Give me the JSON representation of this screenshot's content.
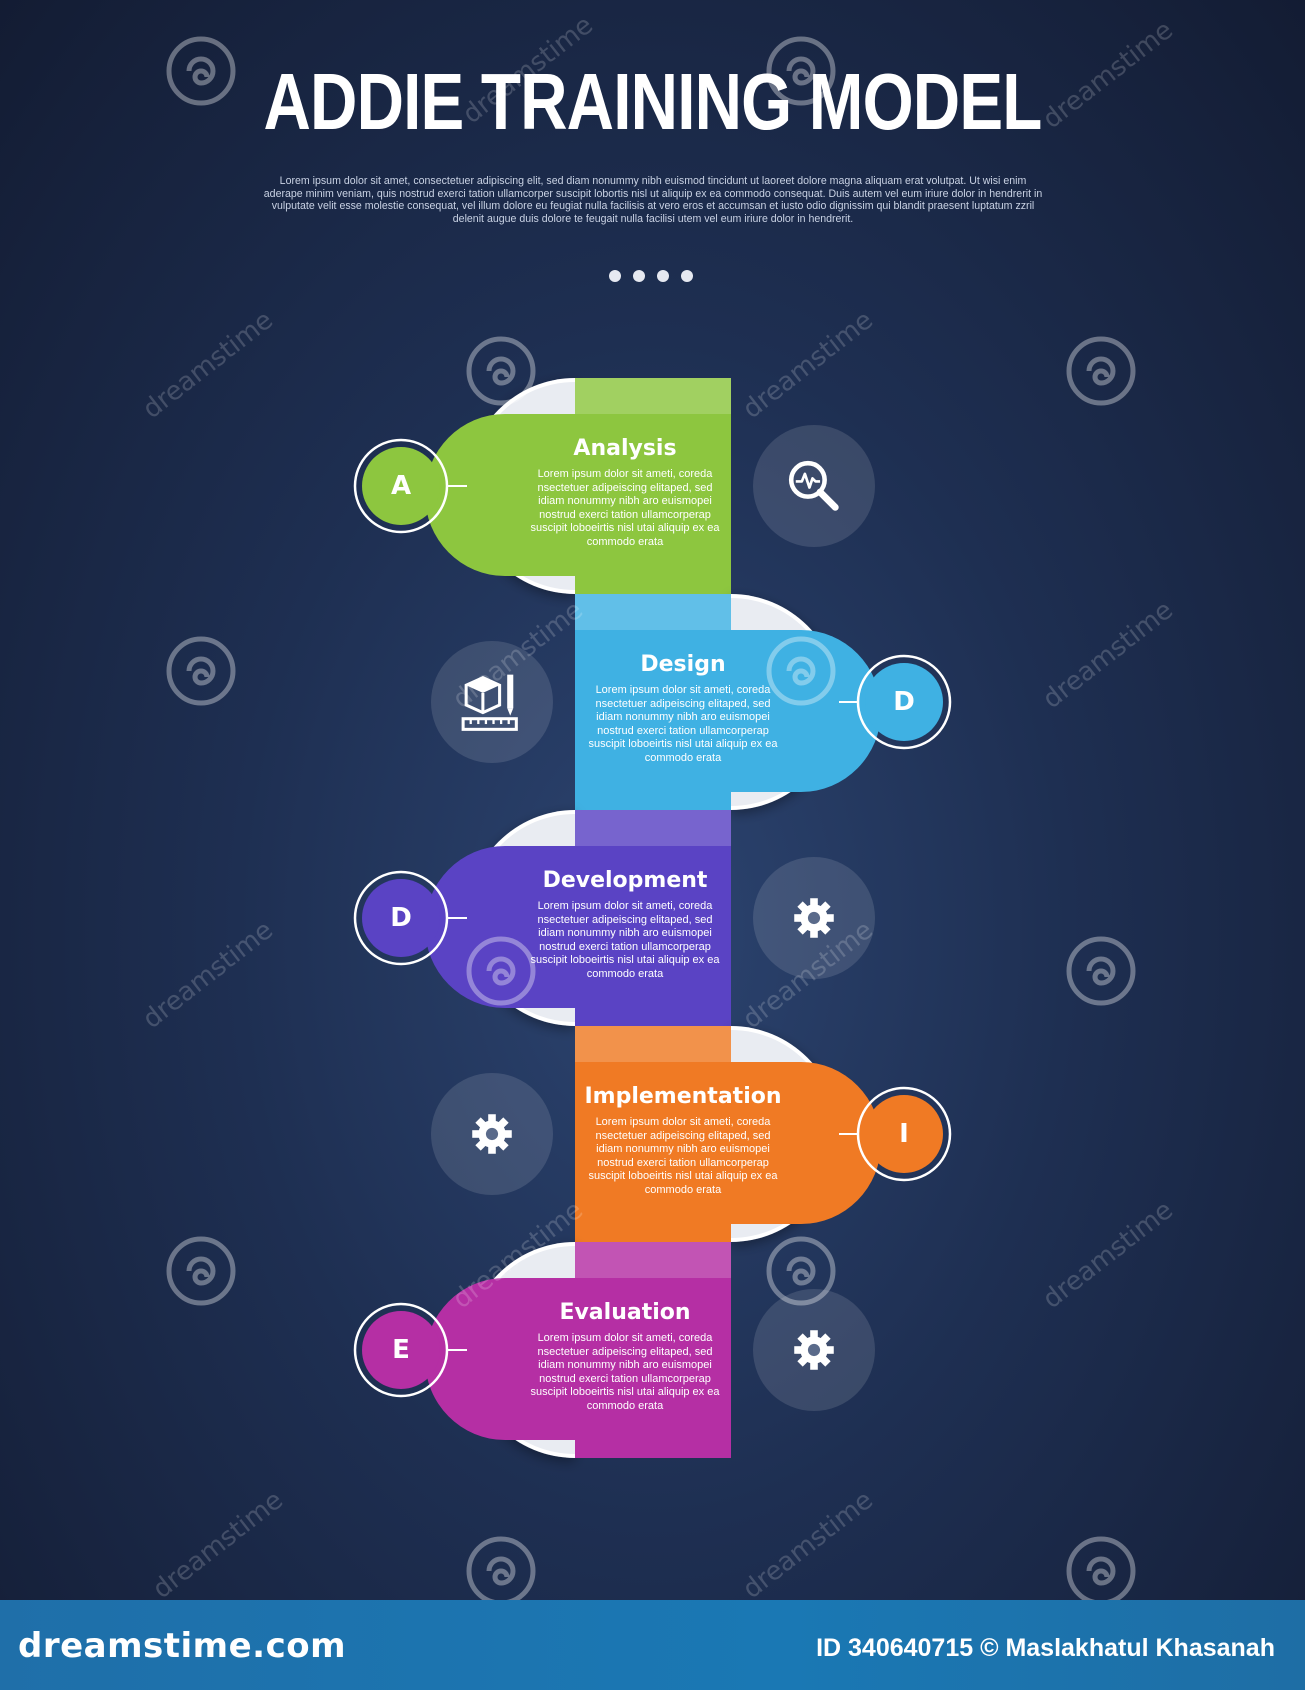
{
  "title": "ADDIE TRAINING MODEL",
  "subtitle": "Lorem ipsum dolor sit amet, consectetuer adipiscing elit, sed diam nonummy nibh euismod tincidunt ut laoreet dolore magna aliquam erat volutpat. Ut wisi enim aderape minim veniam, quis nostrud exerci tation ullamcorper suscipit lobortis nisl ut aliquip ex ea commodo consequat. Duis autem vel eum iriure dolor in hendrerit in vulputate velit esse molestie consequat, vel illum dolore eu feugiat nulla facilisis at vero eros et accumsan et iusto odio dignissim qui blandit praesent luptatum zzril delenit augue duis dolore te feugait nulla facilisi utem vel eum iriure dolor in hendrerit.",
  "steps": [
    {
      "title": "Analysis",
      "letter": "A",
      "color": "#8dc63f",
      "dark_color": "#76b72a",
      "icon": "magnifier-analytics-icon",
      "description": "Lorem ipsum dolor sit ameti, coreda nsectetuer adipeiscing elitaped, sed idiam nonummy nibh aro euismopei nostrud exerci tation ullamcorperap suscipit loboeirtis nisl utai aliquip ex ea commodo erata"
    },
    {
      "title": "Design",
      "letter": "D",
      "color": "#3fb1e3",
      "dark_color": "#35a6d8",
      "icon": "cube-ruler-pencil-icon",
      "description": "Lorem ipsum dolor sit ameti, coreda nsectetuer adipeiscing elitaped, sed idiam nonummy nibh aro euismopei nostrud exerci tation ullamcorperap suscipit loboeirtis nisl utai aliquip ex ea commodo erata"
    },
    {
      "title": "Development",
      "letter": "D",
      "color": "#5a43c4",
      "dark_color": "#4f3ab8",
      "icon": "gear-refresh-icon",
      "description": "Lorem ipsum dolor sit ameti, coreda nsectetuer adipeiscing elitaped, sed idiam nonummy nibh aro euismopei nostrud exerci tation ullamcorperap suscipit loboeirtis nisl utai aliquip ex ea commodo erata"
    },
    {
      "title": "Implementation",
      "letter": "I",
      "color": "#f07a24",
      "dark_color": "#e56d1a",
      "icon": "lightbulb-gear-icon",
      "description": "Lorem ipsum dolor sit ameti, coreda nsectetuer adipeiscing elitaped, sed idiam nonummy nibh aro euismopei nostrud exerci tation ullamcorperap suscipit loboeirtis nisl utai aliquip ex ea commodo erata"
    },
    {
      "title": "Evaluation",
      "letter": "E",
      "color": "#b52fa4",
      "dark_color": "#a72598",
      "icon": "stars-gear-key-icon",
      "description": "Lorem ipsum dolor sit ameti, coreda nsectetuer adipeiscing elitaped, sed idiam nonummy nibh aro euismopei nostrud exerci tation ullamcorperap suscipit loboeirtis nisl utai aliquip ex ea commodo erata"
    }
  ],
  "watermark": {
    "text": "dreamstime",
    "logo_text": "dreamstime.com",
    "id_text": "ID 340640715 © Maslakhatul Khasanah"
  }
}
